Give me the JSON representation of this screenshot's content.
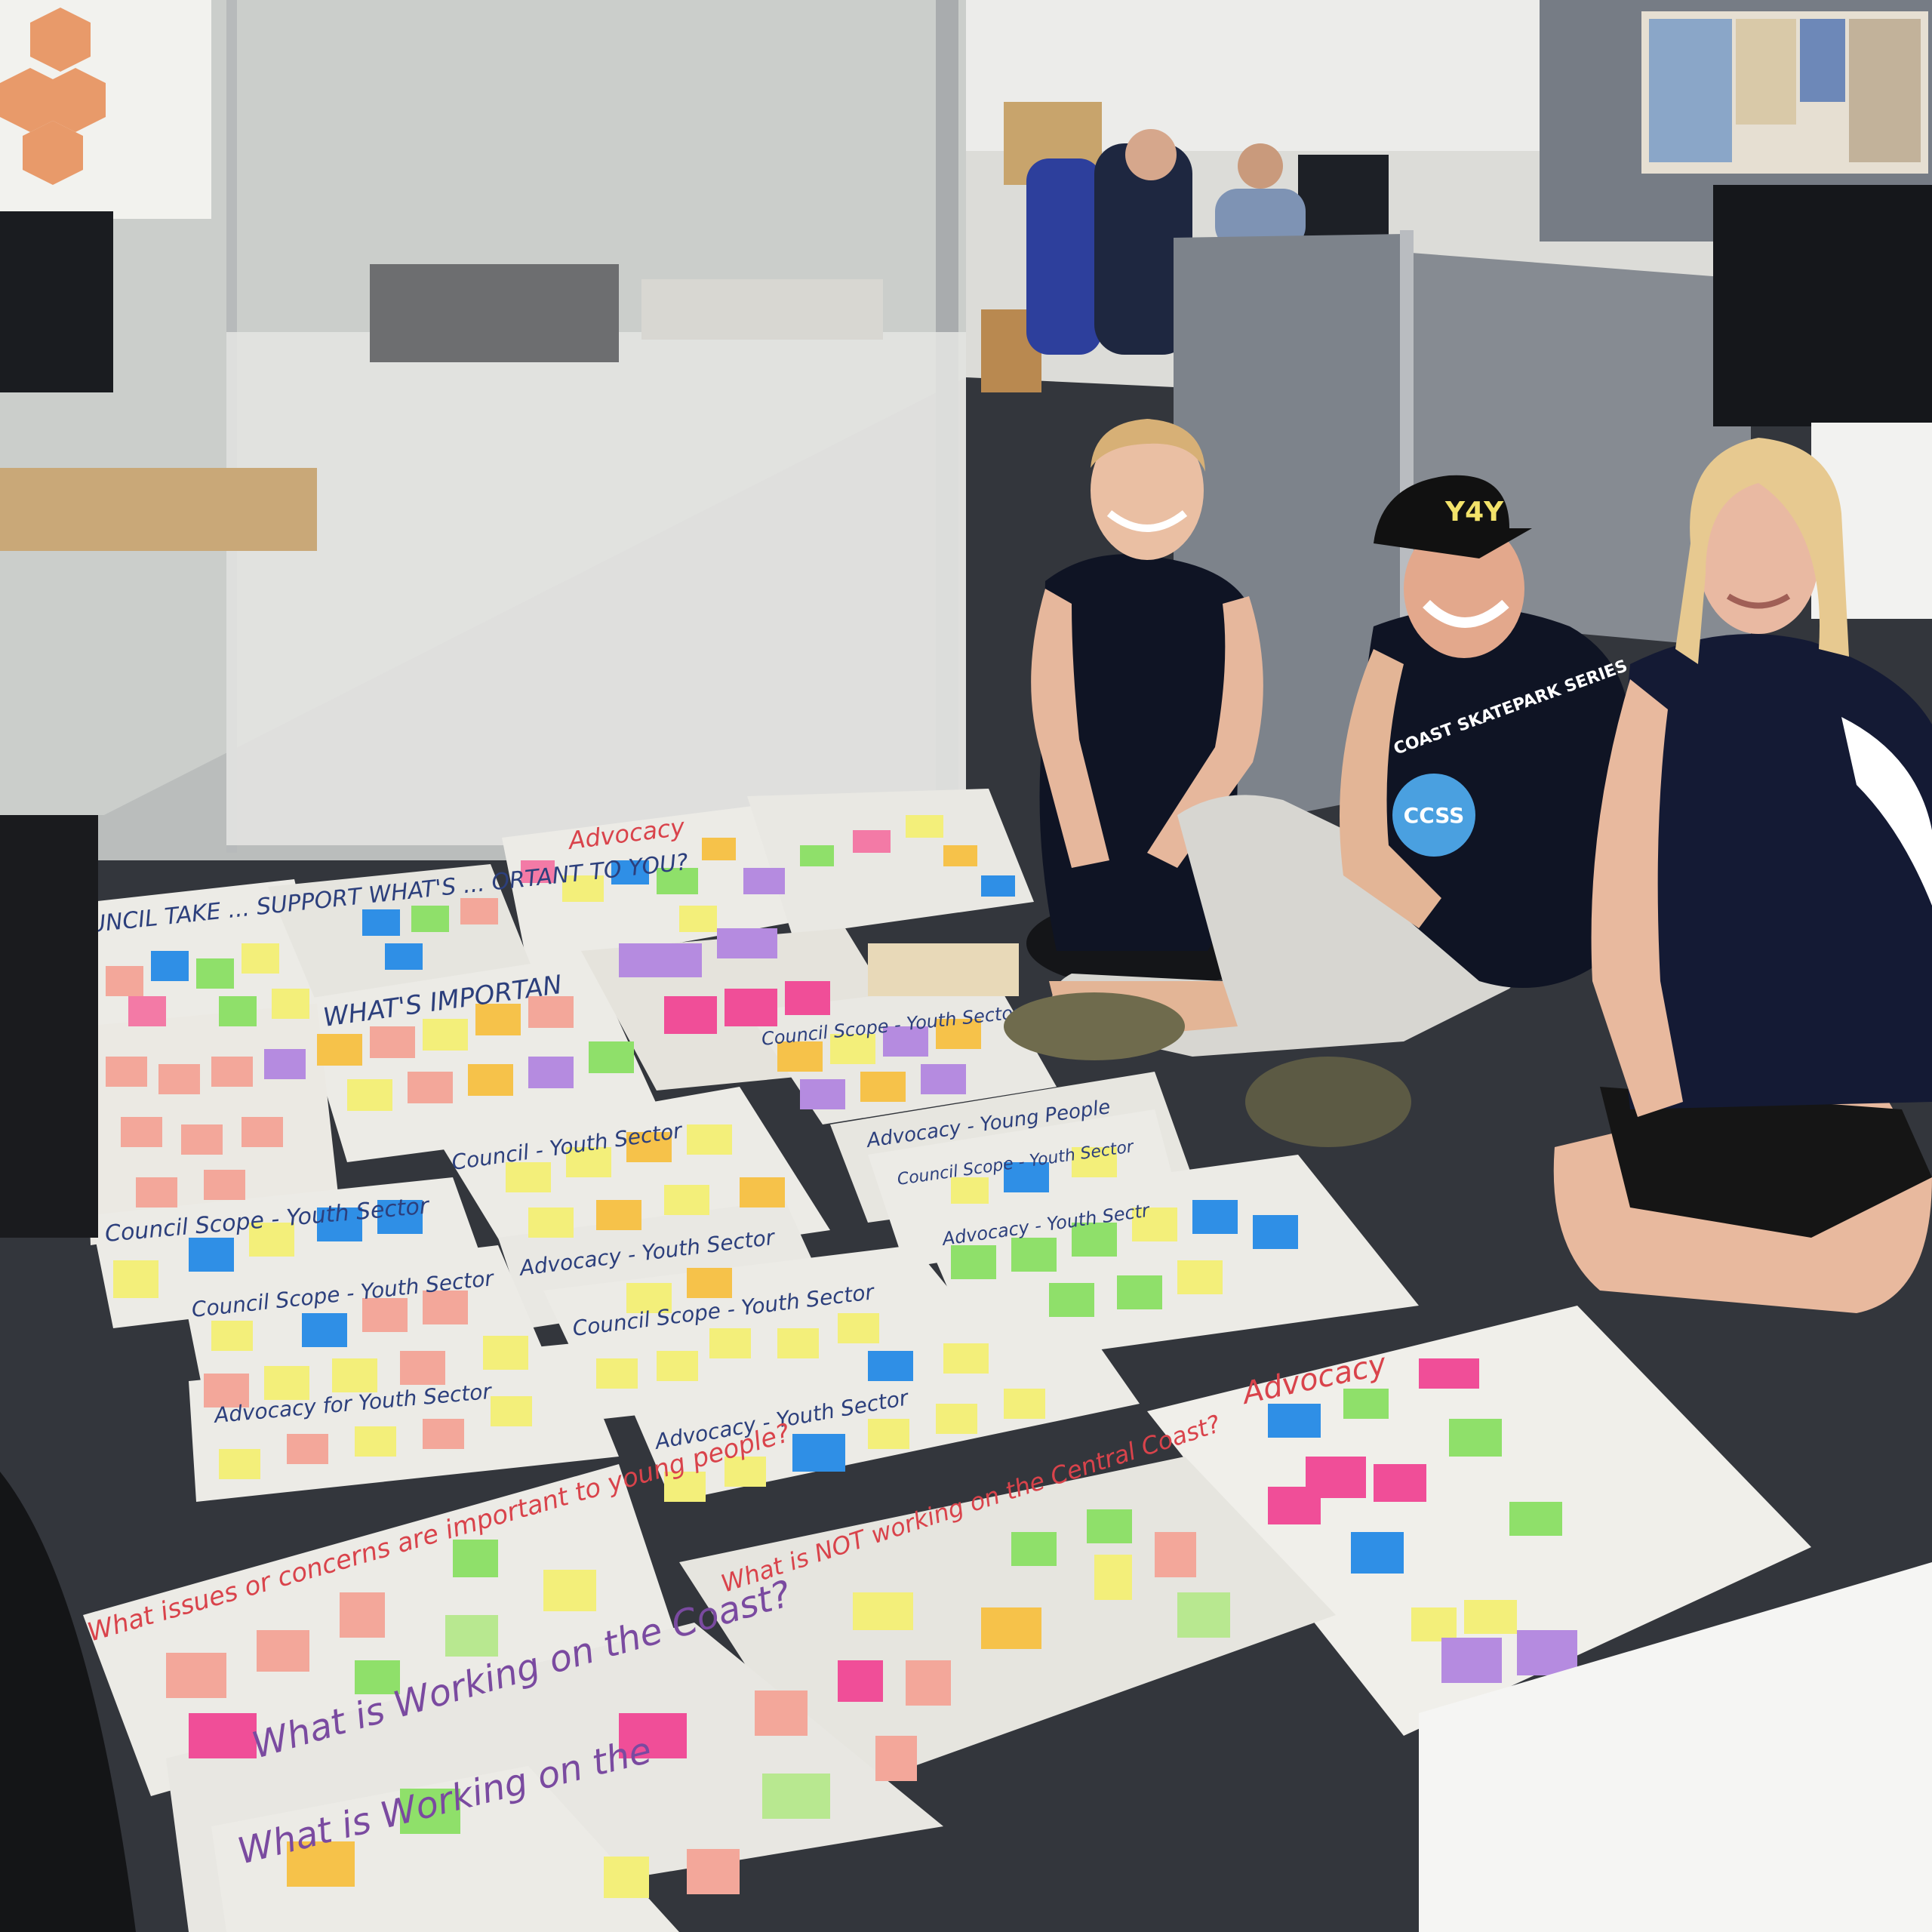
{
  "scene": {
    "description_tags": [
      "office-floor",
      "workshop",
      "sticky-notes",
      "three-people"
    ],
    "colors": {
      "carpet": "#2f3238",
      "paper": "#ecebe6",
      "wall": "#e7e6e2",
      "partition": "#7f858d",
      "note_yellow": "#f3ef7a",
      "note_pink": "#f37aa6",
      "note_blue": "#2f8fe6",
      "note_green": "#8fe06a",
      "note_purple": "#b58be0",
      "note_orange": "#f6c24a",
      "note_peach": "#f3a79a",
      "navy_shirt": "#12192e"
    }
  },
  "posters": {
    "top_left_heading": "COUNCIL TAKE ... SUPPORT WHAT'S ... ORTANT TO YOU?",
    "advocacy_top": "Advocacy",
    "whats_important": "WHAT'S IMPORTAN",
    "council_scope_youth_sector_1": "Council Scope - Youth Sector",
    "council_youth_sector": "Council - Youth Sector",
    "advocacy_young_people": "Advocacy - Young People",
    "council_scope_youth_sector_2": "Council Scope - Youth Sector",
    "advocacy_youth_sectr": "Advocacy - Youth Sectr",
    "council_scope_youth_sector_left": "Council Scope - Youth Sector",
    "advocacy_youth_sector_mid": "Advocacy - Youth Sector",
    "council_scope_youth_sector_left2": "Council Scope - Youth Sector",
    "council_scope_youth_sector_mid": "Council Scope - Youth Sector",
    "advocacy_for_youth_sector": "Advocacy for Youth Sector",
    "advocacy_youth_sector_lower": "Advocacy - Youth Sector",
    "advocacy_right": "Advocacy",
    "issues_heading": "What issues or concerns are important to young people?",
    "not_working_heading": "What is NOT working on the Central Coast?",
    "working_heading_1": "What is Working on the Coast?",
    "working_heading_2": "What is Working on the"
  },
  "apparel": {
    "cap_logo": "Y4Y",
    "shirt_badge": "CCSS",
    "shirt_text": "COAST SKATEPARK SERIES"
  }
}
